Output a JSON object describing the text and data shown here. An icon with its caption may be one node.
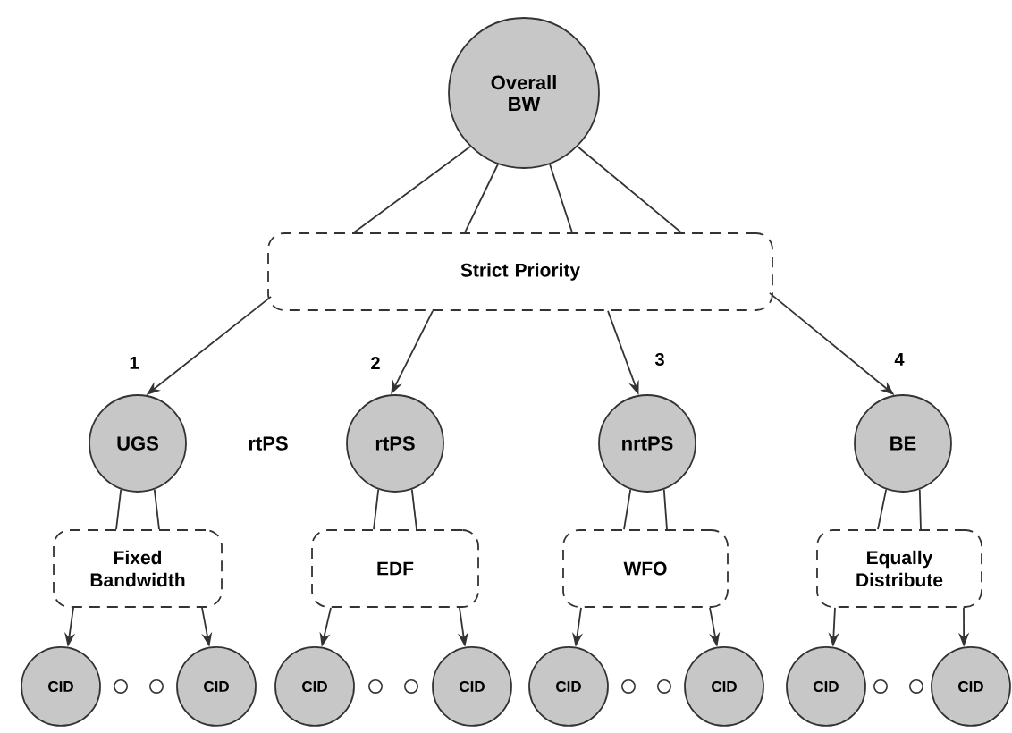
{
  "diagram": {
    "nodes": [
      {
        "text": [
          "Overall BW"
        ]
      },
      {
        "text": [
          "Strict Priority"
        ]
      },
      {
        "text": [
          "UGS"
        ]
      },
      {
        "text": [
          "rtPS"
        ]
      },
      {
        "text": [
          "nrtPS"
        ]
      },
      {
        "text": [
          "BE"
        ]
      },
      {
        "text": [
          "Fixed Bandwidth"
        ]
      },
      {
        "text": [
          "EDF"
        ]
      },
      {
        "text": [
          "WFO"
        ]
      },
      {
        "text": [
          "Equally Distribute"
        ]
      },
      {
        "text": [
          "CID"
        ]
      },
      {
        "text": [
          "CID"
        ]
      },
      {
        "text": [
          "CID"
        ]
      },
      {
        "text": [
          "CID"
        ]
      },
      {
        "text": [
          "CID"
        ]
      },
      {
        "text": [
          "CID"
        ]
      },
      {
        "text": [
          "CID"
        ]
      },
      {
        "text": [
          "CID"
        ]
      }
    ],
    "edges": [
      {
        "from": 0,
        "to": 1,
        "arrow": "none"
      },
      {
        "from": 0,
        "to": 1,
        "arrow": "none"
      },
      {
        "from": 0,
        "to": 1,
        "arrow": "none"
      },
      {
        "from": 0,
        "to": 1,
        "arrow": "none"
      },
      {
        "from": 1,
        "to": 2,
        "arrow": "to",
        "label": "1"
      },
      {
        "from": 1,
        "to": 3,
        "arrow": "to",
        "label": "2"
      },
      {
        "from": 1,
        "to": 4,
        "arrow": "to",
        "label": "3"
      },
      {
        "from": 1,
        "to": 5,
        "arrow": "to",
        "label": "4"
      },
      {
        "from": 2,
        "to": 6,
        "arrow": "none"
      },
      {
        "from": 2,
        "to": 6,
        "arrow": "none"
      },
      {
        "from": 3,
        "to": 7,
        "arrow": "none"
      },
      {
        "from": 3,
        "to": 7,
        "arrow": "none"
      },
      {
        "from": 4,
        "to": 8,
        "arrow": "none"
      },
      {
        "from": 4,
        "to": 8,
        "arrow": "none"
      },
      {
        "from": 5,
        "to": 9,
        "arrow": "none"
      },
      {
        "from": 5,
        "to": 9,
        "arrow": "none"
      },
      {
        "from": 6,
        "to": 10,
        "arrow": "to"
      },
      {
        "from": 6,
        "to": 11,
        "arrow": "to"
      },
      {
        "from": 7,
        "to": 12,
        "arrow": "to"
      },
      {
        "from": 7,
        "to": 13,
        "arrow": "to"
      },
      {
        "from": 8,
        "to": 14,
        "arrow": "to"
      },
      {
        "from": 8,
        "to": 15,
        "arrow": "to"
      },
      {
        "from": 9,
        "to": 16,
        "arrow": "to"
      },
      {
        "from": 9,
        "to": 17,
        "arrow": "to"
      }
    ],
    "labels": [
      "rtPS"
    ]
  }
}
